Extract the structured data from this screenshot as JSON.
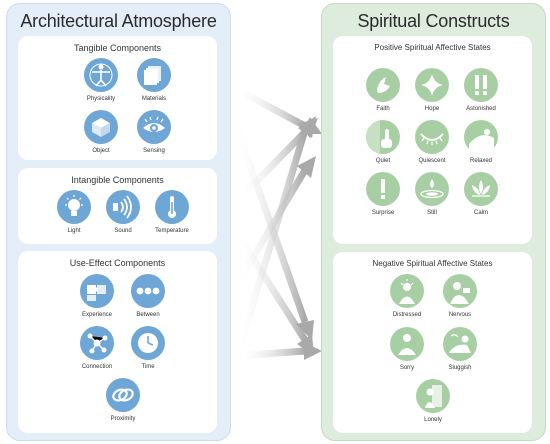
{
  "left_panel": {
    "title": "Architectural Atmosphere",
    "tangible": {
      "title": "Tangible Components",
      "items": [
        "Physicality",
        "Materials",
        "Object",
        "Sensing"
      ]
    },
    "intangible": {
      "title": "Intangible Components",
      "items": [
        "Light",
        "Sound",
        "Temperature"
      ]
    },
    "use_effect": {
      "title": "Use-Effect Components",
      "items": [
        "Experience",
        "Between",
        "Connection",
        "Time",
        "Proximity"
      ]
    }
  },
  "right_panel": {
    "title": "Spiritual Constructs",
    "positive": {
      "title": "Positive Spiritual Affective States",
      "items": [
        "Faith",
        "Hope",
        "Astonished",
        "Quiet",
        "Quiescent",
        "Relaxed",
        "Surprise",
        "Still",
        "Calm"
      ]
    },
    "negative": {
      "title": "Negative Spiritual Affective States",
      "items": [
        "Distressed",
        "Nervous",
        "Sorry",
        "Sluggish",
        "Lonely"
      ]
    }
  },
  "colors": {
    "left_panel_bg": "#e4eef8",
    "right_panel_bg": "#ddecdc",
    "left_icon": "#6ea6d6",
    "right_icon": "#a8cfa4",
    "arrow": "#b8b8b8"
  }
}
